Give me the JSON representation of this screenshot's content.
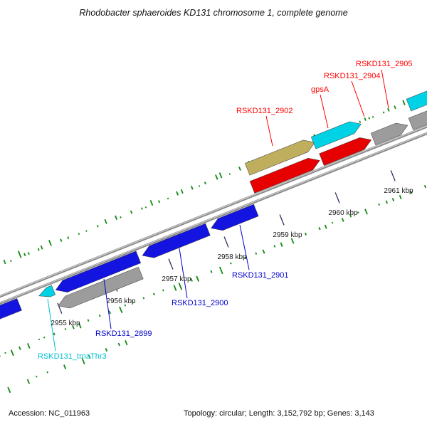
{
  "title": "Rhodobacter sphaeroides KD131 chromosome 1, complete genome",
  "status": {
    "accession": "Accession: NC_011963",
    "summary": "Topology: circular; Length: 3,152,792 bp; Genes: 3,143"
  },
  "ruler": {
    "unit": "kbp",
    "ticks": [
      {
        "label": "2955 kbp"
      },
      {
        "label": "2956 kbp"
      },
      {
        "label": "2957 kbp"
      },
      {
        "label": "2958 kbp"
      },
      {
        "label": "2959 kbp"
      },
      {
        "label": "2960 kbp"
      },
      {
        "label": "2961 kbp"
      }
    ]
  },
  "gene_labels": {
    "forward": [
      {
        "text": "RSKD131_2902",
        "color": "#ff0000"
      },
      {
        "text": "gpsA",
        "color": "#ff0000"
      },
      {
        "text": "RSKD131_2904",
        "color": "#ff0000"
      },
      {
        "text": "RSKD131_2905",
        "color": "#ff0000"
      }
    ],
    "reverse": [
      {
        "text": "RSKD131_2901",
        "color": "#0000cd"
      },
      {
        "text": "RSKD131_2900",
        "color": "#0000cd"
      },
      {
        "text": "RSKD131_2899",
        "color": "#0000cd"
      },
      {
        "text": "RSKD131_trnaThr3",
        "color": "#00c0d4"
      }
    ]
  },
  "colors": {
    "cds_forward_red": "#e60000",
    "cds_reverse_blue": "#1414e0",
    "gene_gray": "#9c9c9c",
    "rna_cyan": "#00d2e6",
    "misc_khaki": "#bfae5e",
    "backbone": "#8a8a8a",
    "backbone_highlight": "#d2d2d2",
    "ruler_tick": "#303060",
    "ruler_text": "#1a1a1a",
    "histogram_green": "#0f8a0f"
  }
}
